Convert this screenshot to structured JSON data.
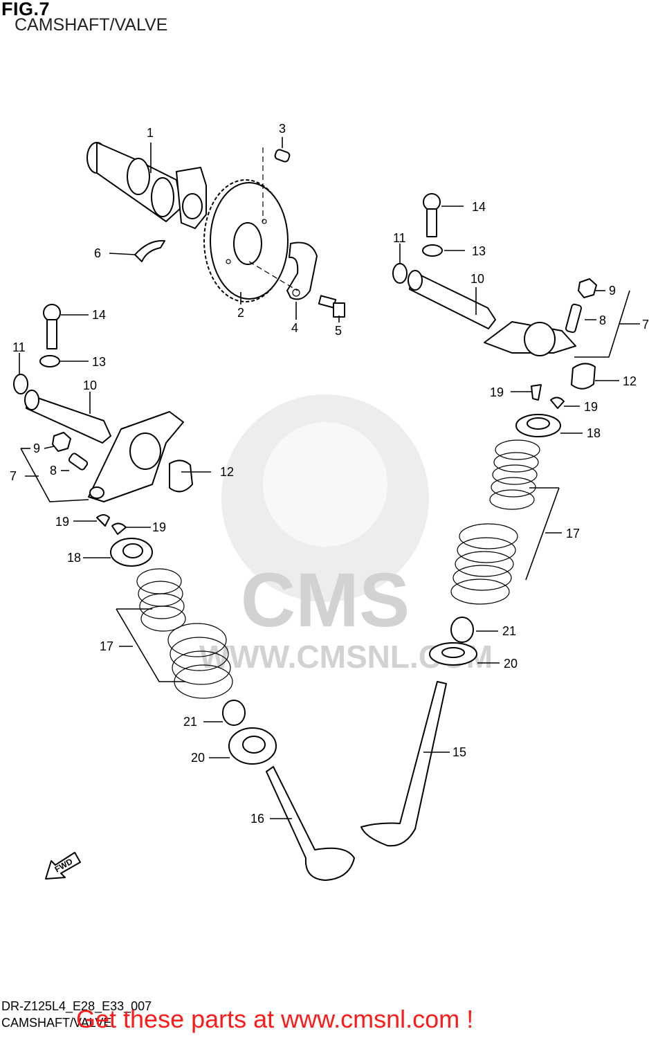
{
  "figure": {
    "title": "FIG.7",
    "subtitle": "CAMSHAFT/VALVE"
  },
  "watermark": {
    "brand": "CMS",
    "url": "WWW.CMSNL.COM"
  },
  "direction_marker": "FWD",
  "callouts": {
    "c1": "1",
    "c2": "2",
    "c3": "3",
    "c4": "4",
    "c5": "5",
    "c6": "6",
    "c7l": "7",
    "c8l": "8",
    "c9l": "9",
    "c10l": "10",
    "c11l": "11",
    "c12l": "12",
    "c13l": "13",
    "c14l": "14",
    "c19l1": "19",
    "c19l2": "19",
    "c18l": "18",
    "c17l": "17",
    "c21l": "21",
    "c20l": "20",
    "c16": "16",
    "c14r": "14",
    "c13r": "13",
    "c11r": "11",
    "c10r": "10",
    "c9r": "9",
    "c8r": "8",
    "c7r": "7",
    "c12r": "12",
    "c19r1": "19",
    "c19r2": "19",
    "c18r": "18",
    "c17r": "17",
    "c21r": "21",
    "c20r": "20",
    "c15": "15"
  },
  "footer": {
    "code": "DR-Z125L4_E28_E33_007",
    "name": "CAMSHAFT/VALVE",
    "cta": "Get these parts at www.cmsnl.com !",
    "cta_color": "#ff1a1a"
  }
}
